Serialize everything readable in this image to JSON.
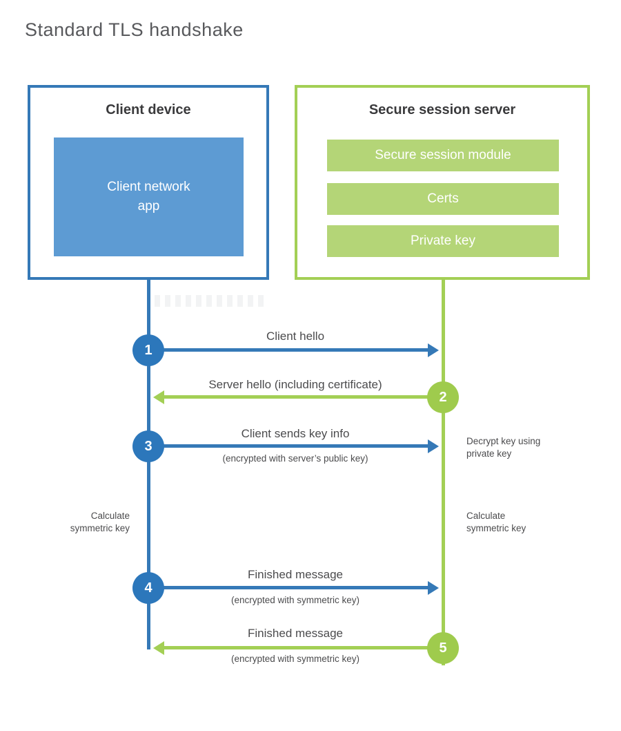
{
  "title": "Standard TLS handshake",
  "colors": {
    "blue_border": "#3579b7",
    "blue_circle": "#2c77bb",
    "blue_fill": "#5d9bd3",
    "green_border": "#a3cf55",
    "green_circle": "#9fcb4d",
    "green_fill": "#b4d577",
    "heading_text": "#3a3a3c",
    "label_text": "#4b4b4d",
    "title_text": "#58595c"
  },
  "client": {
    "title": "Client device",
    "app_label": "Client network\napp"
  },
  "server": {
    "title": "Secure session server",
    "modules": [
      "Secure session module",
      "Certs",
      "Private key"
    ]
  },
  "steps": [
    {
      "num": "1",
      "label": "Client hello",
      "sublabel": "",
      "direction": "right",
      "color": "blue"
    },
    {
      "num": "2",
      "label": "Server hello (including certificate)",
      "sublabel": "",
      "direction": "left",
      "color": "green"
    },
    {
      "num": "3",
      "label": "Client sends key info",
      "sublabel": "(encrypted with server’s public key)",
      "direction": "right",
      "color": "blue"
    },
    {
      "num": "4",
      "label": "Finished message",
      "sublabel": "(encrypted with symmetric key)",
      "direction": "right",
      "color": "blue"
    },
    {
      "num": "5",
      "label": "Finished message",
      "sublabel": "(encrypted with symmetric key)",
      "direction": "left",
      "color": "green"
    }
  ],
  "notes": {
    "decrypt": "Decrypt key using\nprivate key",
    "calc_left": "Calculate\nsymmetric key",
    "calc_right": "Calculate\nsymmetric key"
  }
}
